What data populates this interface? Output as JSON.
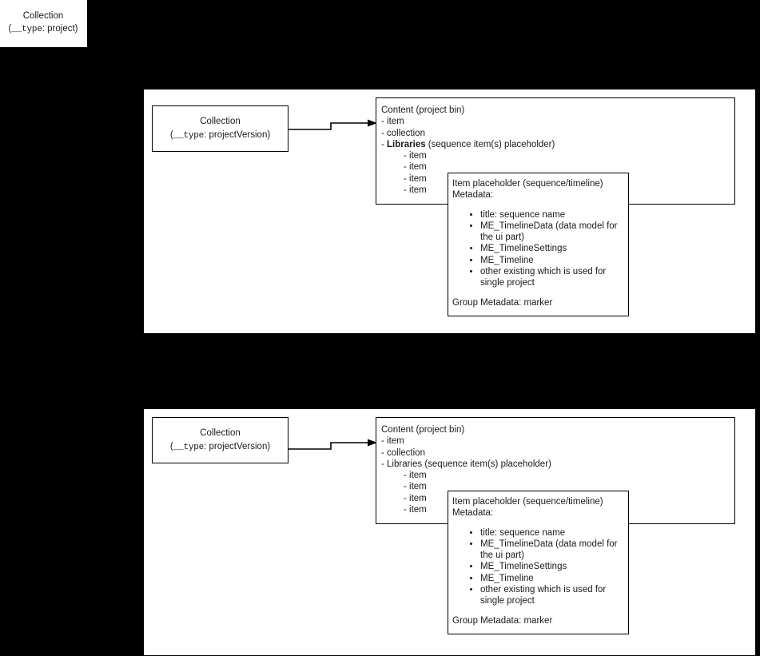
{
  "diagram": {
    "title_box": {
      "line1": "Collection",
      "line2_prefix": "(",
      "line2_key": "__type",
      "line2_sep": ": ",
      "line2_value": "project",
      "line2_suffix": ")"
    },
    "sections": [
      {
        "id": "top",
        "collection_box": {
          "line1": "Collection",
          "line2_prefix": "(",
          "line2_key": "__type",
          "line2_sep": ": ",
          "line2_value": "projectVersion",
          "line2_suffix": ")"
        },
        "content_box": {
          "header": "Content (project bin)",
          "rows": [
            "- item",
            "- collection"
          ],
          "libraries_bold": true,
          "libraries_prefix": "- ",
          "libraries_label": "Libraries",
          "libraries_suffix": " (sequence item(s) placeholder)",
          "sub_items": [
            "- item",
            "- item",
            "- item",
            "- item"
          ]
        },
        "item_box": {
          "header_line1": "Item placeholder (sequence/timeline)",
          "header_line2": "Metadata:",
          "bullets": [
            "title: sequence name",
            "ME_TimelineData (data model for the ui part)",
            "ME_TimelineSettings",
            "ME_Timeline",
            "other existing which is used for single project"
          ],
          "footer": "Group Metadata: marker"
        }
      },
      {
        "id": "bottom",
        "collection_box": {
          "line1": "Collection",
          "line2_prefix": "(",
          "line2_key": "__type",
          "line2_sep": ": ",
          "line2_value": "projectVersion",
          "line2_suffix": ")"
        },
        "content_box": {
          "header": "Content (project bin)",
          "rows": [
            "- item",
            "- collection"
          ],
          "libraries_bold": false,
          "libraries_prefix": "- ",
          "libraries_label": "Libraries",
          "libraries_suffix": " (sequence item(s) placeholder)",
          "sub_items": [
            "- item",
            "- item",
            "- item",
            "- item"
          ]
        },
        "item_box": {
          "header_line1": "Item placeholder (sequence/timeline)",
          "header_line2": "Metadata:",
          "bullets": [
            "title: sequence name",
            "ME_TimelineData (data model for the ui part)",
            "ME_TimelineSettings",
            "ME_Timeline",
            "other existing which is used for single project"
          ],
          "footer": "Group Metadata: marker"
        }
      }
    ],
    "colors": {
      "background": "#000000",
      "panel": "#ffffff",
      "stroke": "#000000",
      "text": "#1a1a1a"
    }
  }
}
